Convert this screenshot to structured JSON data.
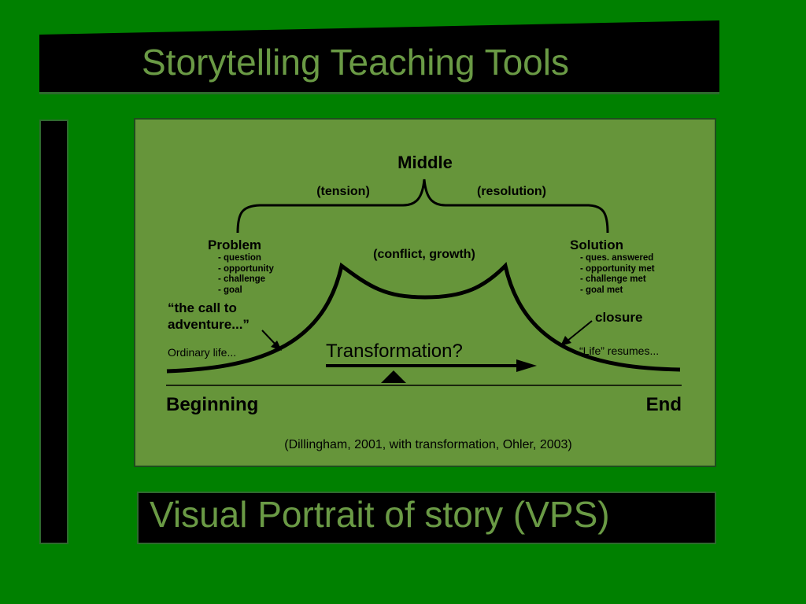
{
  "slide": {
    "title": "Storytelling Teaching Tools",
    "subtitle": "Visual Portrait of story (VPS)"
  },
  "diagram": {
    "middle": "Middle",
    "tension": "(tension)",
    "resolution": "(resolution)",
    "conflict": "(conflict, growth)",
    "problem": {
      "heading": "Problem",
      "items": [
        "- question",
        "- opportunity",
        "- challenge",
        "- goal"
      ]
    },
    "solution": {
      "heading": "Solution",
      "items": [
        "- ques. answered",
        "- opportunity met",
        "- challenge met",
        "- goal met"
      ]
    },
    "call_line1": "“the call to",
    "call_line2": "adventure...”",
    "ordinary": "Ordinary life...",
    "transformation": "Transformation?",
    "closure": "closure",
    "life_resumes": "“Life” resumes...",
    "beginning": "Beginning",
    "end": "End",
    "citation": "(Dillingham, 2001, with transformation, Ohler, 2003)"
  }
}
